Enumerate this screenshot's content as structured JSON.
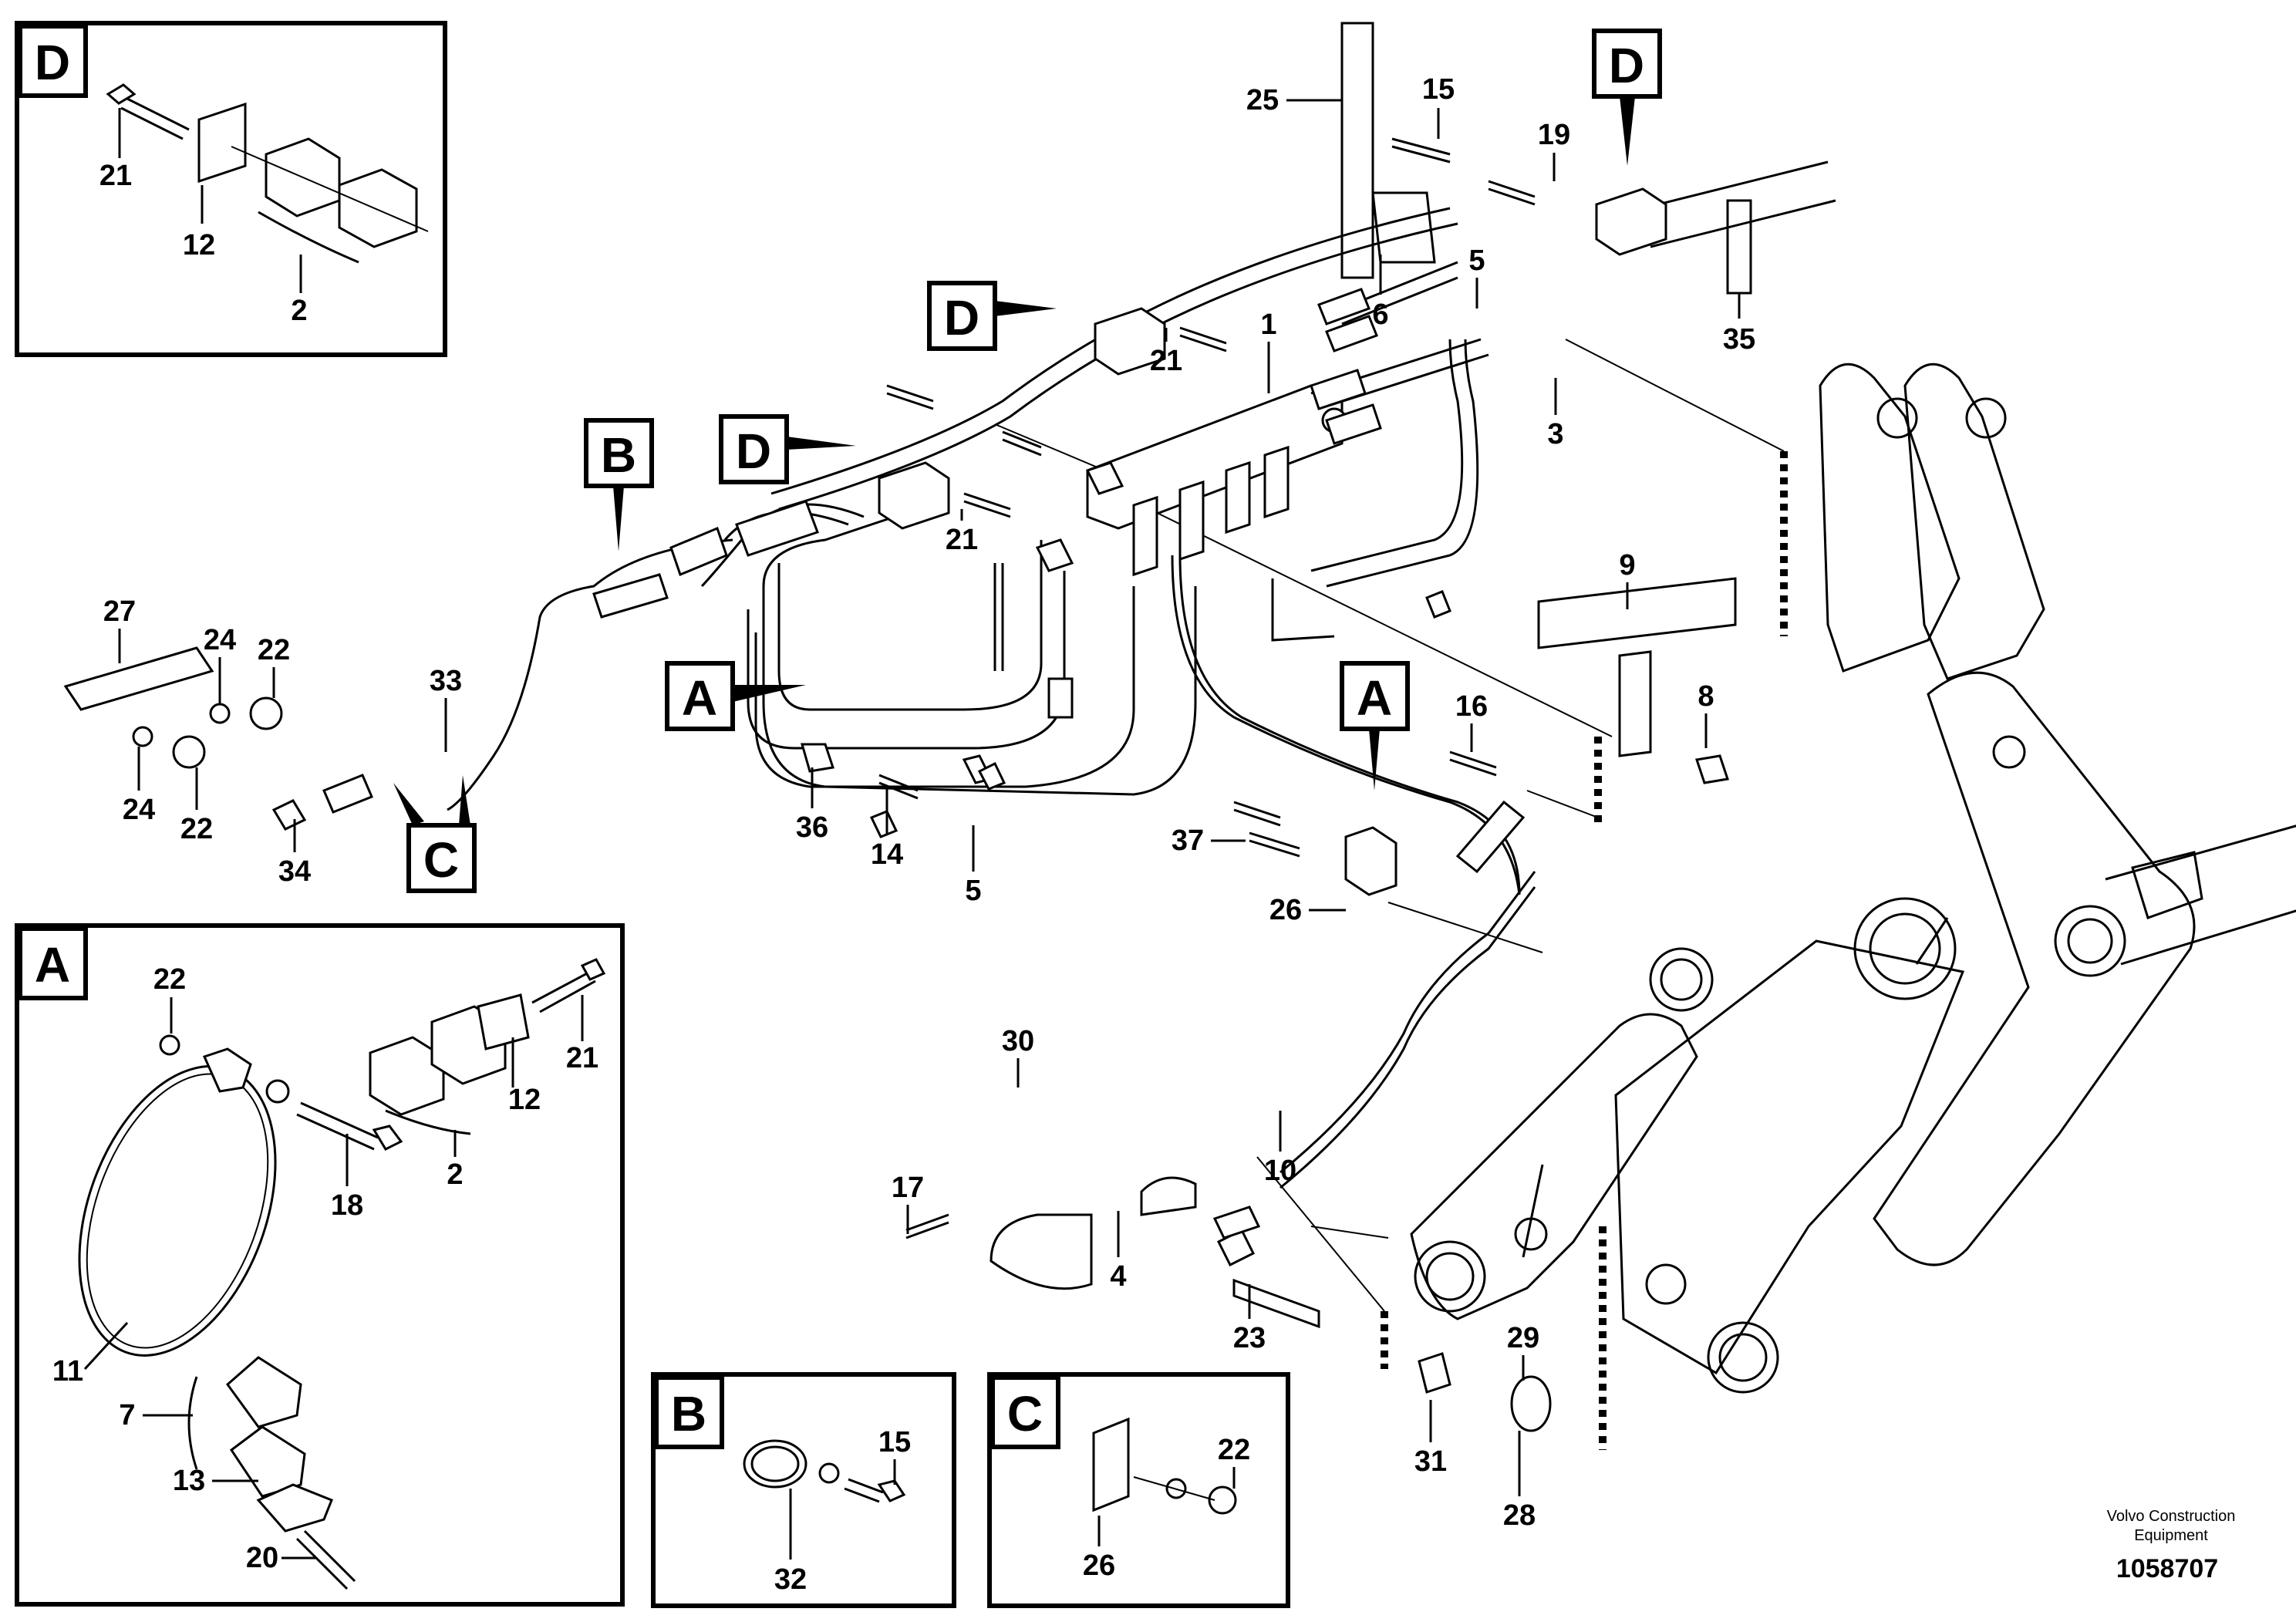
{
  "insets": {
    "D": {
      "label": "D",
      "parts": [
        "21",
        "12",
        "2"
      ]
    },
    "A": {
      "label": "A",
      "parts": [
        "22",
        "21",
        "12",
        "2",
        "18",
        "11",
        "7",
        "13",
        "20"
      ]
    },
    "B": {
      "label": "B",
      "parts": [
        "15",
        "32"
      ]
    },
    "C": {
      "label": "C",
      "parts": [
        "22",
        "26"
      ]
    }
  },
  "callouts": {
    "main": {
      "D1": "D",
      "D2": "D",
      "D3": "D",
      "B": "B",
      "A1": "A",
      "A2": "A",
      "C": "C"
    }
  },
  "parts": {
    "main": [
      "25",
      "15",
      "19",
      "6",
      "5",
      "35",
      "21",
      "1",
      "3",
      "21",
      "9",
      "8",
      "16",
      "33",
      "27",
      "24",
      "22",
      "24",
      "22",
      "34",
      "36",
      "14",
      "5",
      "37",
      "26",
      "30",
      "10",
      "17",
      "4",
      "23",
      "29",
      "31",
      "28"
    ]
  },
  "footer": {
    "brand_line1": "Volvo Construction",
    "brand_line2": "Equipment",
    "drawing_number": "1058707"
  }
}
